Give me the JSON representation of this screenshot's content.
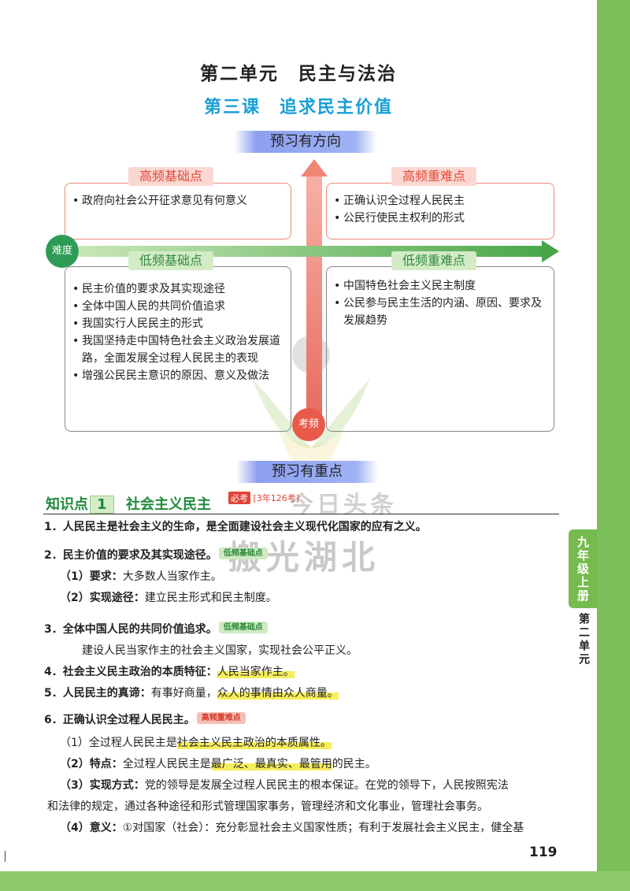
{
  "unit_title": "第二单元　民主与法治",
  "lesson_title": "第三课　追求民主价值",
  "preview_direction": "预习有方向",
  "preview_key": "预习有重点",
  "axis": {
    "difficulty": "难度",
    "frequency": "考频"
  },
  "quadrants": [
    {
      "title": "高频基础点",
      "items": [
        "政府向社会公开征求意见有何意义"
      ]
    },
    {
      "title": "高频重难点",
      "items": [
        "正确认识全过程人民民主",
        "公民行使民主权利的形式"
      ]
    },
    {
      "title": "低频基础点",
      "items": [
        "民主价值的要求及其实现途径",
        "全体中国人民的共同价值追求",
        "我国实行人民民主的形式",
        "我国坚持走中国特色社会主义政治发展道路，全面发展全过程人民民主的表现",
        "增强公民民主意识的原因、意义及做法"
      ]
    },
    {
      "title": "低频重难点",
      "items": [
        "中国特色社会主义民主制度",
        "公民参与民主生活的内涵、原因、要求及发展趋势"
      ]
    }
  ],
  "knowledge_point": {
    "label": "知识点",
    "number": "1",
    "title": "社会主义民主",
    "badge_dot": "必考",
    "badge": "[3年126考]"
  },
  "watermark": {
    "line1": "今日头条",
    "line2": "搬光湖北"
  },
  "side_tab": {
    "grade": "九年级上册",
    "unit": "第二单元"
  },
  "tags": {
    "low_basic": "低频基础点",
    "high_hard": "高频重难点"
  },
  "content": {
    "p1": "1．人民民主是社会主义的生命，是全面建设社会主义现代化国家的应有之义。",
    "p2": "2．民主价值的要求及其实现途径。",
    "p2_1_label": "（1）要求：",
    "p2_1_text": "大多数人当家作主。",
    "p2_2_label": "（2）实现途径：",
    "p2_2_text": "建立民主形式和民主制度。",
    "p3": "3．全体中国人民的共同价值追求。",
    "p3_text": "建设人民当家作主的社会主义国家，实现社会公平正义。",
    "p4_label": "4．社会主义民主政治的本质特征：",
    "p4_text": "人民当家作主。",
    "p5_label": "5．人民民主的真谛：",
    "p5_text1": "有事好商量，",
    "p5_text2": "众人的事情由众人商量。",
    "p6": "6．正确认识全过程人民民主。",
    "p6_1_text1": "（1）全过程人民民主是",
    "p6_1_text2": "社会主义民主政治的本质属性。",
    "p6_2_label": "（2）特点：",
    "p6_2_text1": "全过程人民民主是",
    "p6_2_text2": "最广泛、最真实、最管用",
    "p6_2_text3": "的民主。",
    "p6_3_label": "（3）实现方式：",
    "p6_3_text": "党的领导是发展全过程人民民主的根本保证。在党的领导下，人民按照宪法",
    "p6_3_cont": "和法律的规定，通过各种途径和形式管理国家事务，管理经济和文化事业，管理社会事务。",
    "p6_4_label": "（4）意义：",
    "p6_4_text": "①对国家（社会）：充分彰显社会主义国家性质；有利于发展社会主义民主，健全基"
  },
  "page_number": "119"
}
